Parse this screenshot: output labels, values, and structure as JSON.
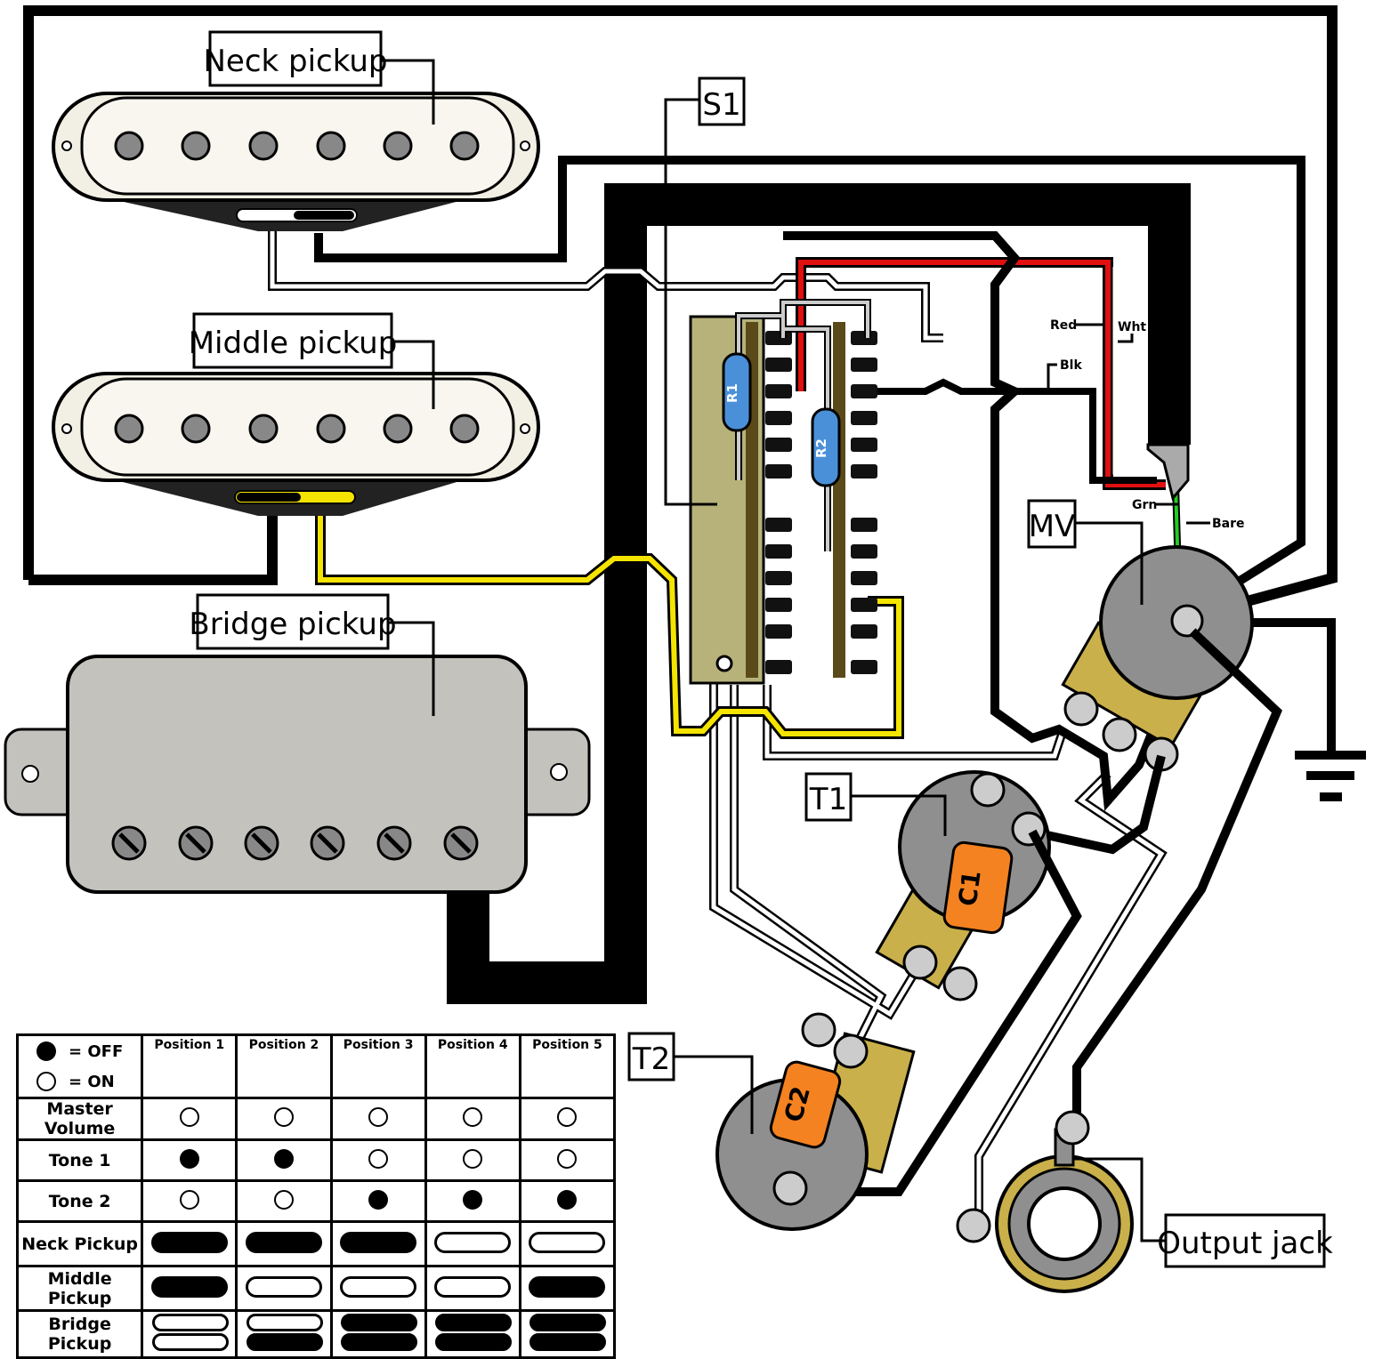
{
  "components": {
    "neck_pickup": "Neck pickup",
    "middle_pickup": "Middle pickup",
    "bridge_pickup": "Bridge pickup",
    "switch": "S1",
    "master_volume": "MV",
    "tone1": "T1",
    "tone2": "T2",
    "output_jack": "Output jack",
    "resistor1": "R1",
    "resistor2": "R2",
    "capacitor1": "C1",
    "capacitor2": "C2"
  },
  "wire_labels": {
    "red": "Red",
    "white": "Wht",
    "black": "Blk",
    "green": "Grn",
    "bare": "Bare"
  },
  "colors": {
    "pickup_cover": "#f2efe4",
    "humbucker": "#c4c2bc",
    "switch_board": "#b7b27a",
    "pot_body": "#8f8f8f",
    "capacitor": "#f58220",
    "resistor": "#4a90d9",
    "yellow_wire": "#f5e400",
    "red_wire": "#e01010",
    "green_wire": "#22cc22"
  },
  "legend": {
    "off_label": "= OFF",
    "on_label": "= ON",
    "positions": [
      "Position 1",
      "Position 2",
      "Position 3",
      "Position 4",
      "Position 5"
    ],
    "rows": [
      {
        "label": "Master Volume",
        "states": [
          "on",
          "on",
          "on",
          "on",
          "on"
        ]
      },
      {
        "label": "Tone 1",
        "states": [
          "off",
          "off",
          "on",
          "on",
          "on"
        ]
      },
      {
        "label": "Tone 2",
        "states": [
          "on",
          "on",
          "off",
          "off",
          "off"
        ]
      },
      {
        "label": "Neck Pickup",
        "states": [
          "off",
          "off",
          "off",
          "on",
          "on"
        ]
      },
      {
        "label": "Middle Pickup",
        "states": [
          "off",
          "on",
          "on",
          "on",
          "off"
        ]
      },
      {
        "label": "Bridge Pickup",
        "states": [
          "on",
          "half",
          "off",
          "off",
          "off"
        ]
      }
    ]
  }
}
